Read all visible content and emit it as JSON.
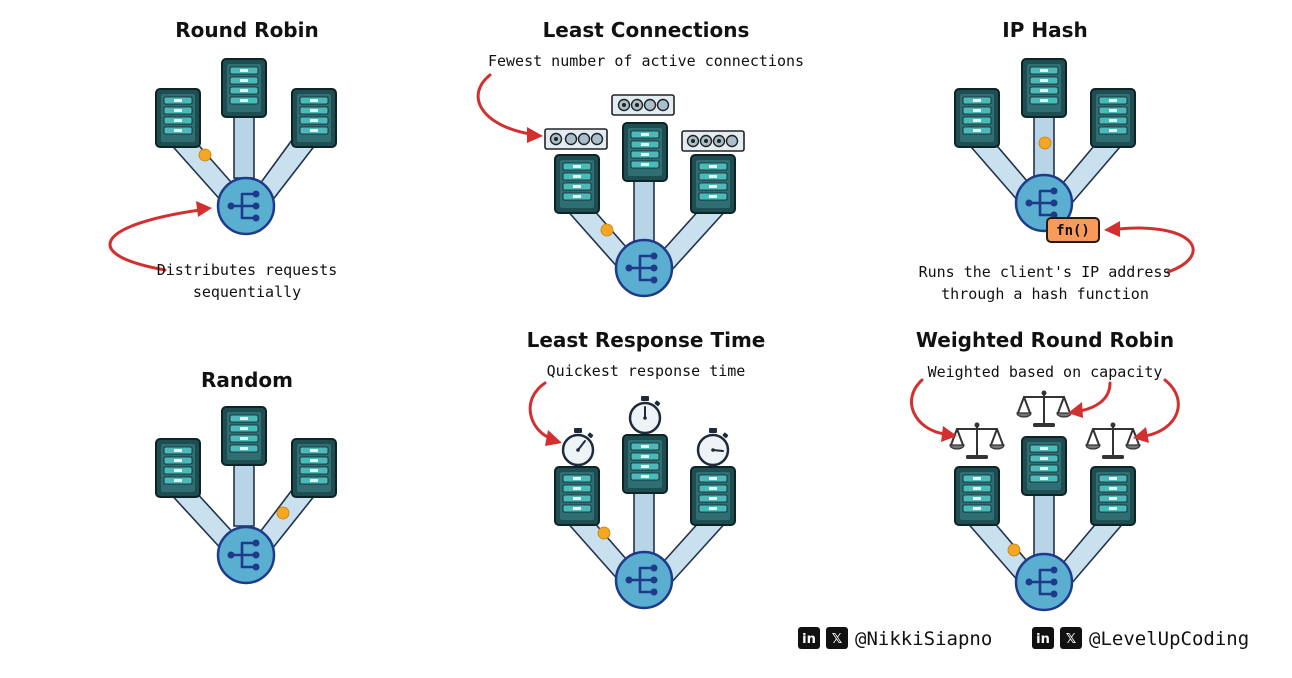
{
  "panels": {
    "round_robin": {
      "title": "Round Robin",
      "note_lines": [
        "Distributes requests",
        "sequentially"
      ]
    },
    "least_connections": {
      "title": "Least Connections",
      "note": "Fewest number of active connections"
    },
    "ip_hash": {
      "title": "IP Hash",
      "note_lines": [
        "Runs the client's IP address",
        "through a hash function"
      ],
      "fn_label": "fn()"
    },
    "random": {
      "title": "Random"
    },
    "least_response_time": {
      "title": "Least Response Time",
      "note": "Quickest response time"
    },
    "weighted_round_robin": {
      "title": "Weighted Round Robin",
      "note": "Weighted based on capacity"
    }
  },
  "footer": {
    "handles": [
      {
        "text": "@NikkiSiapno",
        "icons": [
          "linkedin-icon",
          "x-icon"
        ]
      },
      {
        "text": "@LevelUpCoding",
        "icons": [
          "linkedin-icon",
          "x-icon"
        ]
      }
    ],
    "logo_labels": {
      "linkedin": "in",
      "x": "𝕏"
    }
  },
  "colors": {
    "server": "#1e4d52",
    "load_balancer": "#5aaed0",
    "beam": "#c9e0ee",
    "request_dot": "#f5a623",
    "arrow": "#d32f2f",
    "fn_box": "#f79a5a"
  }
}
